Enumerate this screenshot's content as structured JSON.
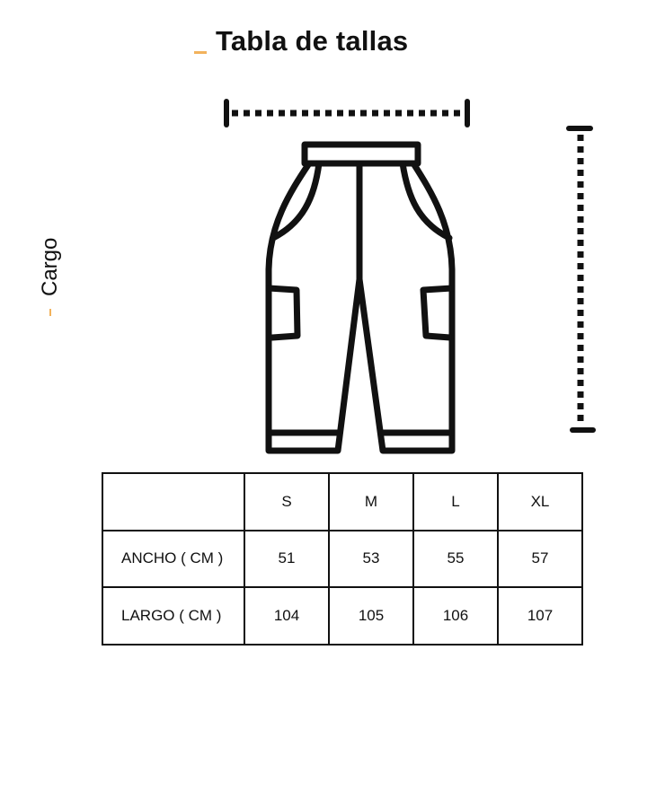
{
  "header": {
    "title": "Tabla de tallas"
  },
  "side_label": "Cargo",
  "accent_color": "#f2b25c",
  "illustration": {
    "icon": "pants-icon"
  },
  "size_table": {
    "columns": [
      "",
      "S",
      "M",
      "L",
      "XL"
    ],
    "rows": [
      {
        "label": "ANCHO ( CM )",
        "values": [
          "51",
          "53",
          "55",
          "57"
        ]
      },
      {
        "label": "LARGO ( CM )",
        "values": [
          "104",
          "105",
          "106",
          "107"
        ]
      }
    ]
  }
}
